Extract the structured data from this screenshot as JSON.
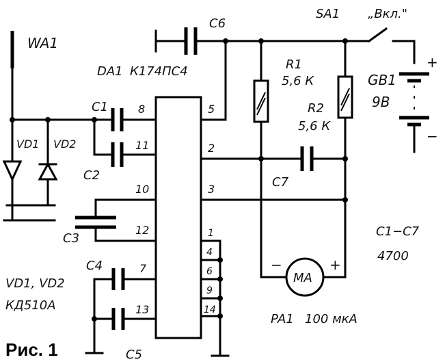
{
  "antenna": "WA1",
  "chip": {
    "ref": "DA1",
    "type": "К174ПС4"
  },
  "pins": {
    "p8": "8",
    "p11": "11",
    "p10": "10",
    "p12": "12",
    "p7": "7",
    "p13": "13",
    "p5": "5",
    "p2": "2",
    "p3": "3",
    "p1": "1",
    "p4": "4",
    "p6": "6",
    "p9": "9",
    "p14": "14"
  },
  "caps": {
    "c1": "C1",
    "c2": "C2",
    "c3": "C3",
    "c4": "C4",
    "c5": "C5",
    "c6": "C6",
    "c7": "C7"
  },
  "diodes": {
    "vd1": "VD1",
    "vd2": "VD2"
  },
  "r1": {
    "ref": "R1",
    "value": "5,6 К"
  },
  "r2": {
    "ref": "R2",
    "value": "5,6 К"
  },
  "switch": {
    "ref": "SA1",
    "label": "„Вкл.\""
  },
  "battery": {
    "ref": "GB1",
    "value": "9В",
    "plus": "+",
    "minus": "−"
  },
  "meter": {
    "symbol": "MA",
    "ref": "PA1",
    "value": "100 мкА",
    "minus": "−",
    "plus": "+"
  },
  "notes": {
    "caps_range": "C1−C7",
    "caps_value": "4700",
    "diodes_list": "VD1, VD2",
    "diodes_type": "КД510А"
  },
  "figure_caption": "Рис. 1"
}
